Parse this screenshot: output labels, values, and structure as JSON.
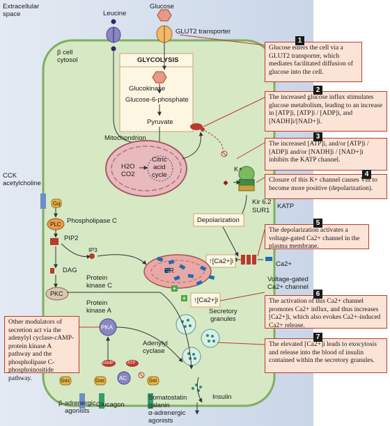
{
  "labels": {
    "extracellular": "Extracellular\nspace",
    "leucine": "Leucine",
    "glucose": "Glucose",
    "glut2": "GLUT2 transporter",
    "bcell": "β cell\ncytosol",
    "glycolysis": "GLYCOLYSIS",
    "glucokinase": "Glucokinase",
    "g6p": "Glucose-6-phosphate",
    "pyruvate": "Pyruvate",
    "mitochondrion": "Mitochondrion",
    "h2o_co2": "H2O\nCO2",
    "citric": "Citric\nacid\ncycle",
    "kplus": "K+",
    "kir": "Kir 6.2",
    "sur1": "SUR1",
    "katp": "KATP",
    "depolarization": "Depolarization",
    "cck": "CCK\nacetylcholine",
    "gq": "Gq",
    "plc": "PLC",
    "phospholipase": "Phospholipase C",
    "pip2": "PIP2",
    "ip3": "IP3",
    "dag": "DAG",
    "pkc_full": "Protein\nkinase C",
    "pkc": "PKC",
    "er": "ER",
    "ca_er": "↑[Ca2+]i",
    "ca_cyt": "↑[Ca2+]i",
    "ca2plus": "Ca2+",
    "vgcc": "Voltage-gated\nCa2+ channel",
    "pka_full": "Protein\nkinase A",
    "pka": "PKA",
    "adenylyl": "Adenylyl\ncyclase",
    "camp": "cAMP",
    "atp": "ATP",
    "ac": "AC",
    "gas1": "Gαs",
    "gas2": "Gαs",
    "gai": "Gαi",
    "secretory": "Secretory\ngranules",
    "insulin": "Insulin",
    "beta_adrenergic": "β-adrenergic\nagonists",
    "glucagon": "Glucagon",
    "somatostatin": "Somatostatin\ngalanin\nα-adrenergic\nagonists",
    "plus": "+"
  },
  "steps": [
    {
      "num": "1",
      "text": "Glucose enters the cell via a GLUT2 transporter, which mediates facilitated diffusion of glucose into the cell."
    },
    {
      "num": "2",
      "text": "The increased glucose influx stimulates glucose metabolism, leading to an increase in [ATP]i, [ATP]i / [ADP]i, and [NADH]i/[NAD+]i."
    },
    {
      "num": "3",
      "text": "The increased [ATP]i, and/or [ATP]i / [ADP]i and/or [NADH]i / [NAD+]i inhibits the KATP channel."
    },
    {
      "num": "4",
      "text": "Closure of this K+ channel causes Vm to become more positive (depolarization)."
    },
    {
      "num": "5",
      "text": "The depolarization activates a voltage-gated Ca2+ channel in the plasma membrane."
    },
    {
      "num": "6",
      "text": "The activation of this Ca2+ channel promotes Ca2+ influx, and thus increases [Ca2+]i, which also evokes Ca2+-induced Ca2+ release."
    },
    {
      "num": "7",
      "text": "The elevated [Ca2+]i leads to exocytosis and release into the blood of insulin contained within the secretory granules."
    }
  ],
  "modulators_note": "Other modulators of secretion act via the adenylyl cyclase-cAMP-protein kinase A pathway and the phospholipase C- phosphoinositide pathway.",
  "colors": {
    "cell_fill": "#d6e8c4",
    "cell_border": "#7fae5f",
    "extracellular_bg": "#dde6f2",
    "box_fill": "#fbe3d6",
    "box_border": "#c0392b",
    "er_fill": "#e8a9a6",
    "granule": "#2e8b7a",
    "mito": "#c8848a",
    "blue_ca": "#1f6bb5"
  }
}
